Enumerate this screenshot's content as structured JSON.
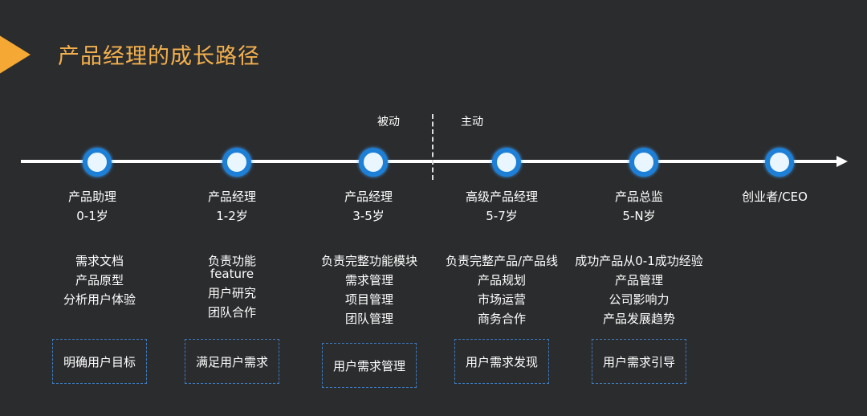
{
  "title": "产品经理的成长路径",
  "phases": {
    "passive": "被动",
    "active": "主动"
  },
  "stages": [
    {
      "role": "产品助理",
      "years": "0-1岁",
      "skills": [
        "需求文档",
        "产品原型",
        "分析用户体验"
      ],
      "goal": "明确用户目标"
    },
    {
      "role": "产品经理",
      "years": "1-2岁",
      "skills": [
        "负责功能",
        "feature",
        "用户研究",
        "团队合作"
      ],
      "goal": "满足用户需求"
    },
    {
      "role": "产品经理",
      "years": "3-5岁",
      "skills": [
        "负责完整功能模块",
        "需求管理",
        "项目管理",
        "团队管理"
      ],
      "goal": "用户需求管理"
    },
    {
      "role": "高级产品经理",
      "years": "5-7岁",
      "skills": [
        "负责完整产品/产品线",
        "产品规划",
        "市场运营",
        "商务合作"
      ],
      "goal": "用户需求发现"
    },
    {
      "role": "产品总监",
      "years": "5-N岁",
      "skills": [
        "成功产品从0-1成功经验",
        "产品管理",
        "公司影响力",
        "产品发展趋势"
      ],
      "goal": "用户需求引导"
    },
    {
      "role": "创业者/CEO",
      "years": null,
      "skills": [],
      "goal": null
    }
  ],
  "colors": {
    "background": "#2b2c2e",
    "title": "#f3b04e",
    "node": "#1d7fd6"
  }
}
